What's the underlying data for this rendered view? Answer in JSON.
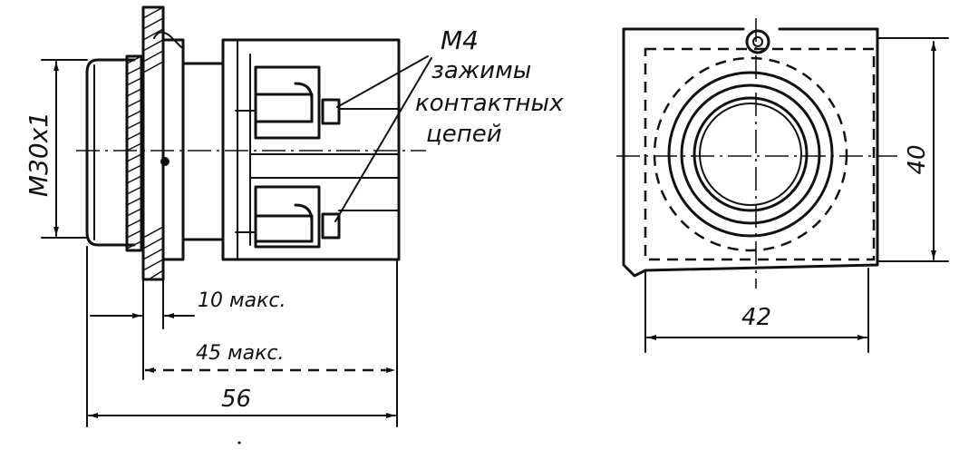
{
  "labels": {
    "thread": "M30x1",
    "terminals_line1": "M4",
    "terminals_line2": "зажимы",
    "terminals_line3": "контактных",
    "terminals_line4": "цепей",
    "dim_10": "10 макс.",
    "dim_45": "45 макс.",
    "dim_56": "56",
    "dim_40": "40",
    "dim_42": "42"
  }
}
